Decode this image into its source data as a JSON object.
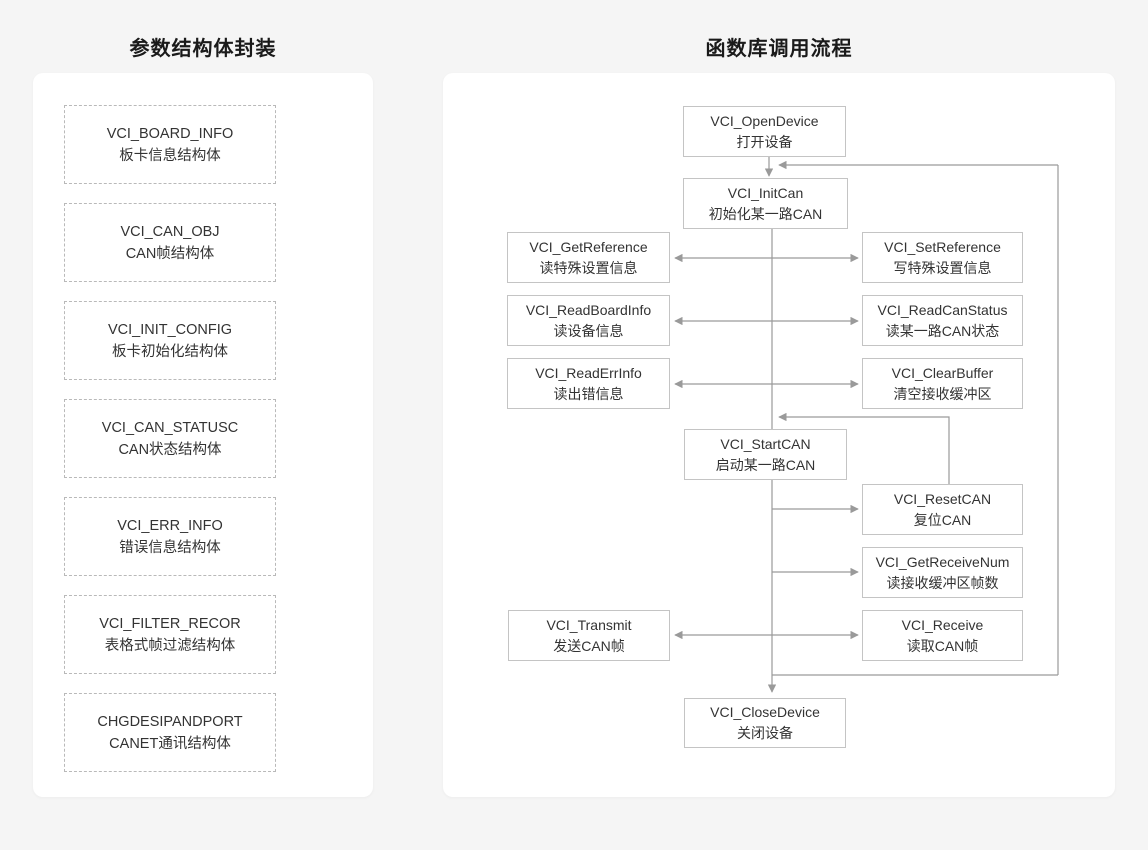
{
  "panels": {
    "left": {
      "title": "参数结构体封装",
      "structs": [
        {
          "name": "VCI_BOARD_INFO",
          "desc": "板卡信息结构体"
        },
        {
          "name": "VCI_CAN_OBJ",
          "desc": "CAN帧结构体"
        },
        {
          "name": "VCI_INIT_CONFIG",
          "desc": "板卡初始化结构体"
        },
        {
          "name": "VCI_CAN_STATUSC",
          "desc": "CAN状态结构体"
        },
        {
          "name": "VCI_ERR_INFO",
          "desc": "错误信息结构体"
        },
        {
          "name": "VCI_FILTER_RECOR",
          "desc": "表格式帧过滤结构体"
        },
        {
          "name": "CHGDESIPANDPORT",
          "desc": "CANET通讯结构体"
        }
      ]
    },
    "right": {
      "title": "函数库调用流程",
      "nodes": [
        {
          "id": "open_device",
          "name": "VCI_OpenDevice",
          "desc": "打开设备"
        },
        {
          "id": "init_can",
          "name": "VCI_InitCan",
          "desc": "初始化某一路CAN"
        },
        {
          "id": "get_reference",
          "name": "VCI_GetReference",
          "desc": "读特殊设置信息"
        },
        {
          "id": "set_reference",
          "name": "VCI_SetReference",
          "desc": "写特殊设置信息"
        },
        {
          "id": "read_board_info",
          "name": "VCI_ReadBoardInfo",
          "desc": "读设备信息"
        },
        {
          "id": "read_can_status",
          "name": "VCI_ReadCanStatus",
          "desc": "读某一路CAN状态"
        },
        {
          "id": "read_err_info",
          "name": "VCI_ReadErrInfo",
          "desc": "读出错信息"
        },
        {
          "id": "clear_buffer",
          "name": "VCI_ClearBuffer",
          "desc": "清空接收缓冲区"
        },
        {
          "id": "start_can",
          "name": "VCI_StartCAN",
          "desc": "启动某一路CAN"
        },
        {
          "id": "reset_can",
          "name": "VCI_ResetCAN",
          "desc": "复位CAN"
        },
        {
          "id": "get_receive_num",
          "name": "VCI_GetReceiveNum",
          "desc": "读接收缓冲区帧数"
        },
        {
          "id": "transmit",
          "name": "VCI_Transmit",
          "desc": "发送CAN帧"
        },
        {
          "id": "receive",
          "name": "VCI_Receive",
          "desc": "读取CAN帧"
        },
        {
          "id": "close_device",
          "name": "VCI_CloseDevice",
          "desc": "关闭设备"
        }
      ]
    }
  },
  "colors": {
    "background": "#f5f5f5",
    "card": "#ffffff",
    "box_border_solid": "#c4c4c4",
    "box_border_dashed": "#b9b9b9",
    "connector": "#9a9a9a",
    "text": "#333333",
    "title": "#1a1a1a"
  }
}
